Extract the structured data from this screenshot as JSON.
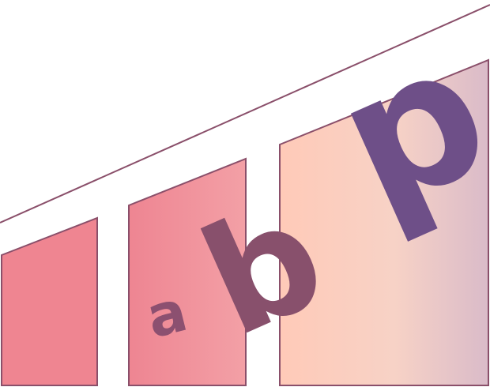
{
  "letters": {
    "small": "a",
    "medium": "b",
    "large": "p"
  },
  "colors": {
    "outline": "#8a4f6a",
    "letter_small": "#8c5070",
    "letter_medium": "#88506c",
    "letter_large": "#6e4f88",
    "panel_left": "#ef8591",
    "panel_middle_start": "#ee8592",
    "panel_middle_end": "#f3a0a6",
    "panel_right_start": "#ffcab8",
    "panel_right_mid": "#f7d2c6",
    "panel_right_end": "#dabbc9"
  }
}
